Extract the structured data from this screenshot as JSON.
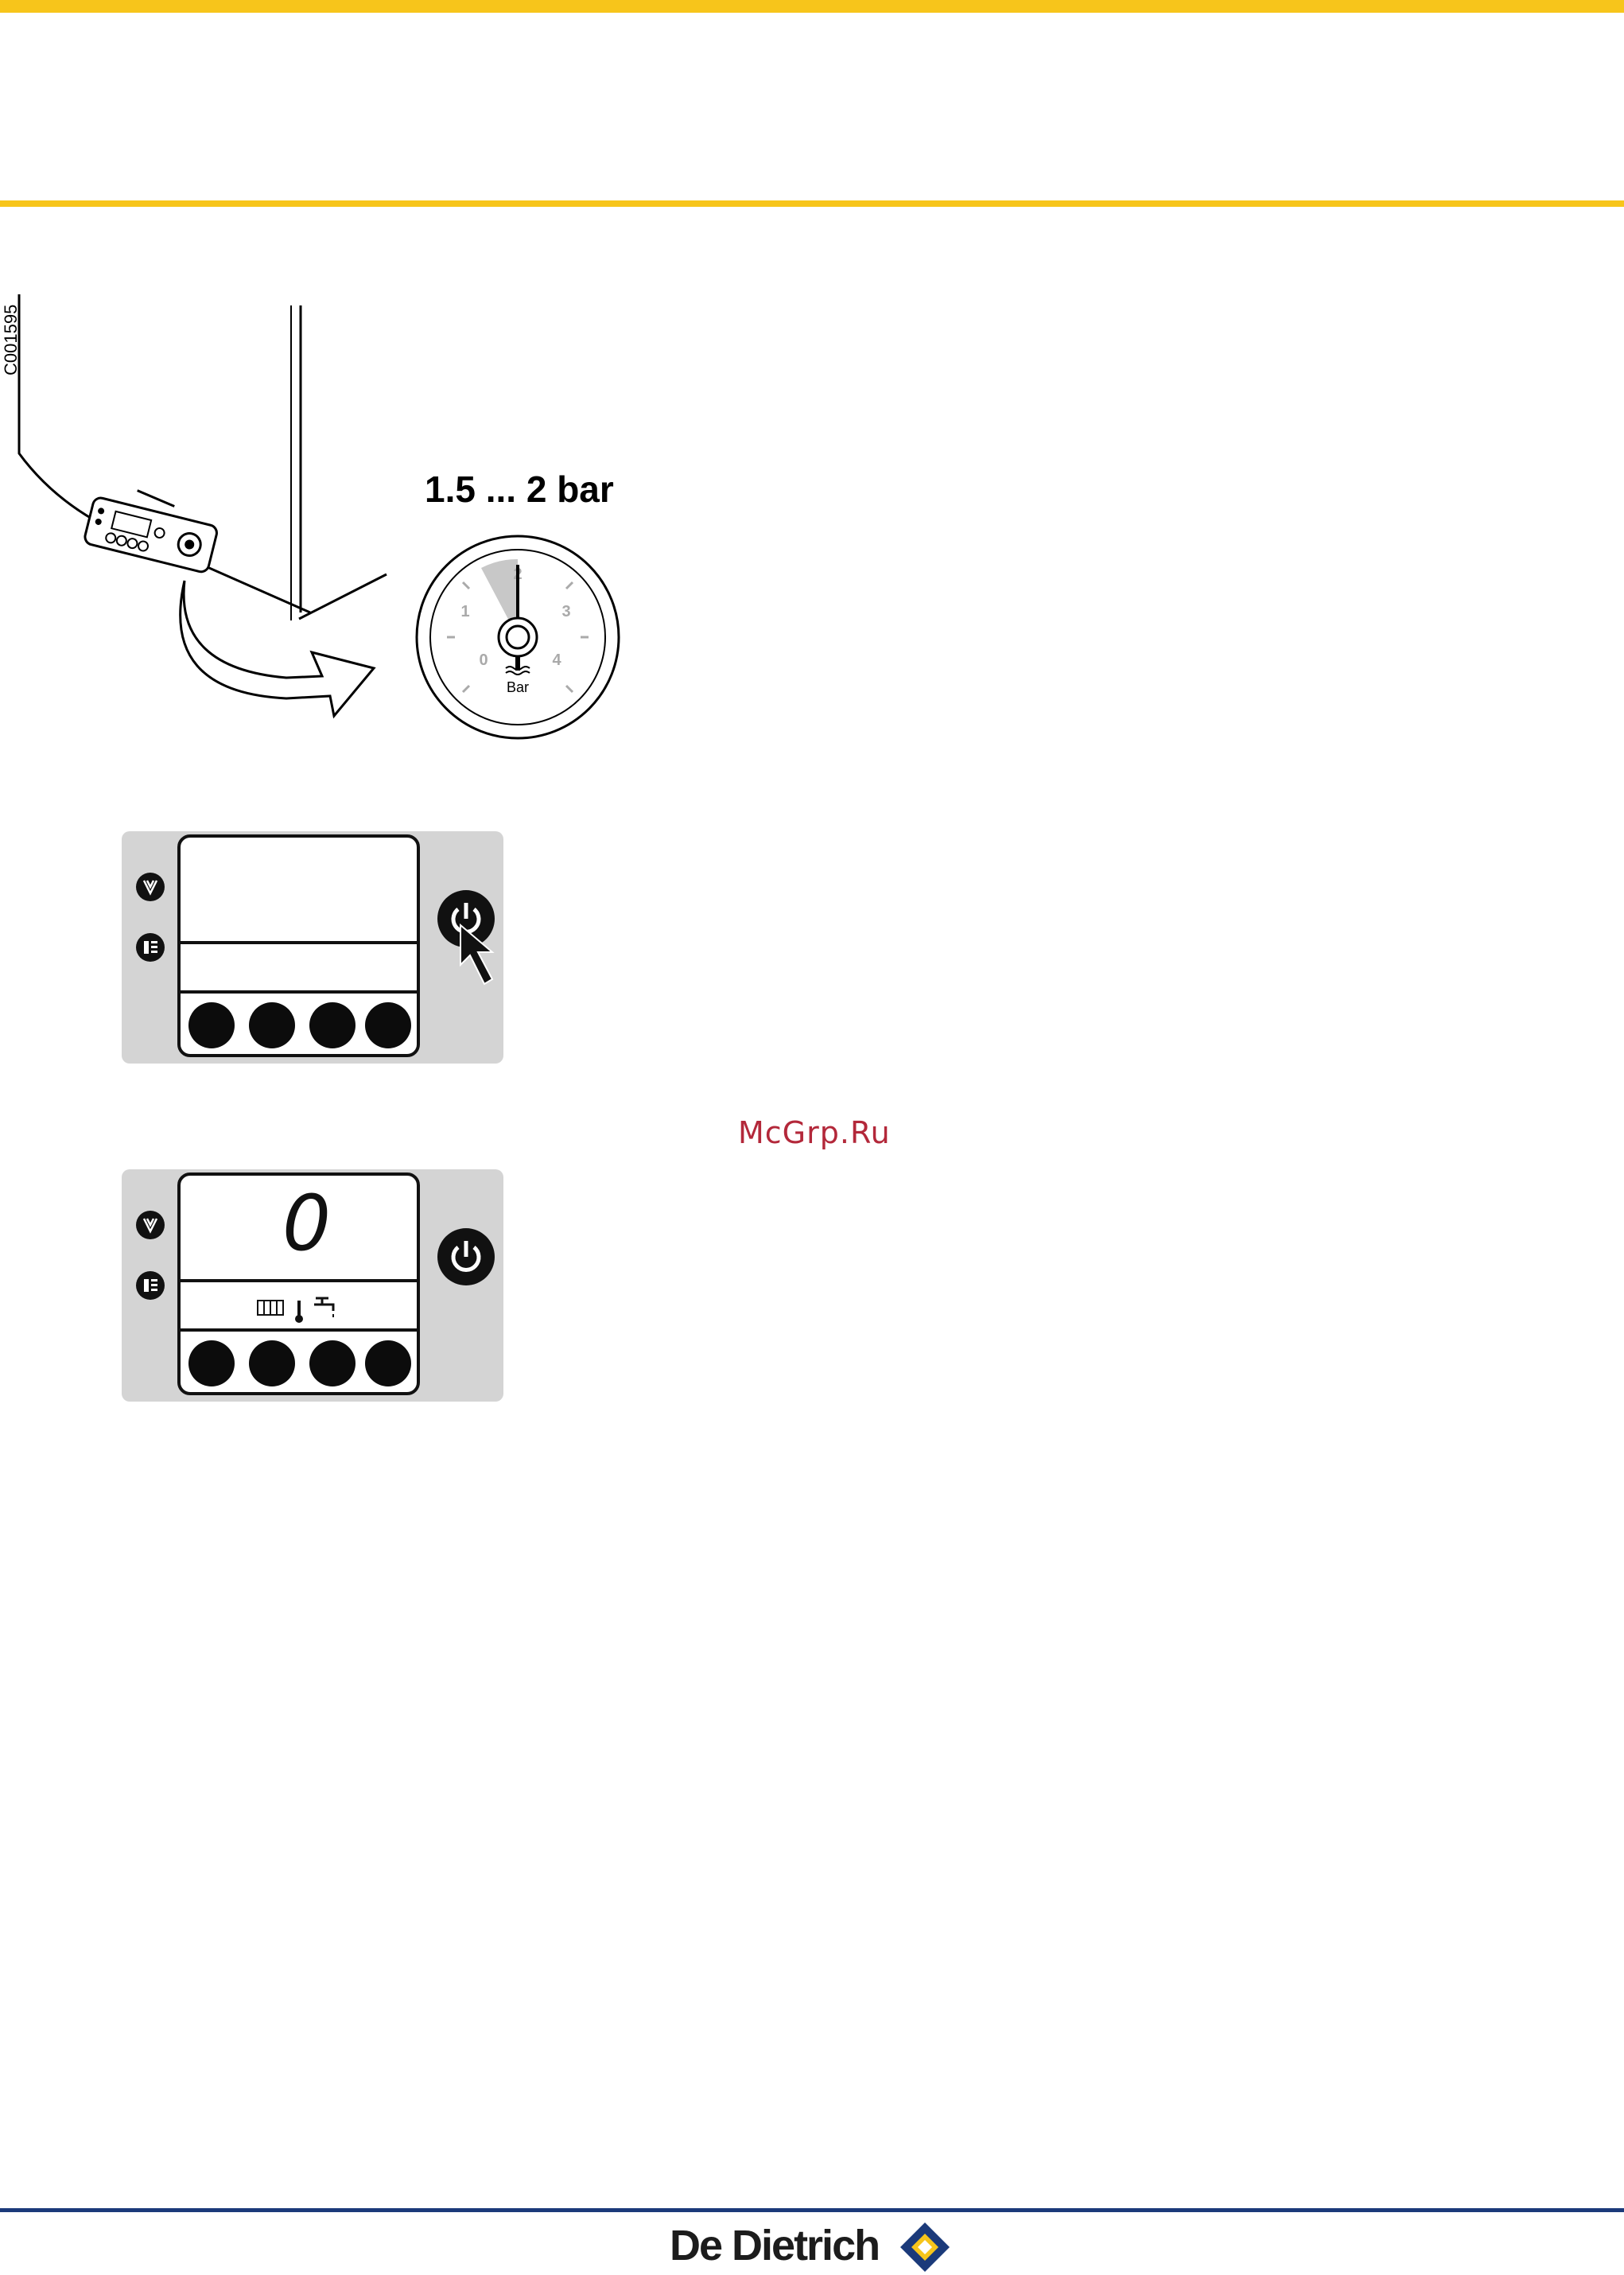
{
  "figure": {
    "ref_code": "C001595",
    "pressure_label": "1.5 ... 2 bar",
    "gauge": {
      "unit_label": "Bar",
      "scale_labels": [
        "0",
        "1",
        "2",
        "3",
        "4"
      ],
      "recommended_range": [
        1.5,
        2
      ]
    }
  },
  "panel_off": {
    "power_icon": "power-icon",
    "side_icons": [
      "service-icon",
      "info-icon"
    ],
    "knob_count": 4
  },
  "panel_on": {
    "display_value": "0",
    "status_icons": [
      "radiator-icon",
      "thermometer-icon",
      "tap-icon"
    ]
  },
  "watermark": "McGrp.Ru",
  "footer": {
    "brand": "De Dietrich",
    "colors": {
      "accent_yellow": "#f7c51b",
      "brand_blue": "#1b3a7a"
    }
  }
}
